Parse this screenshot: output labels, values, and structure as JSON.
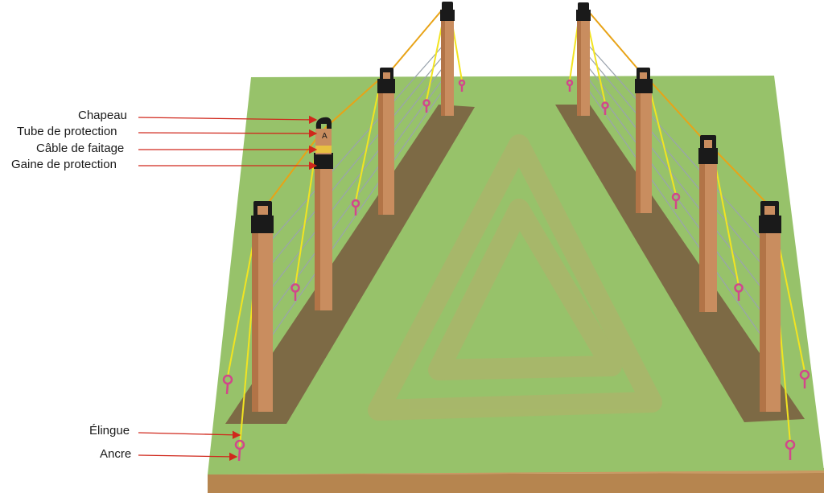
{
  "labels": {
    "chapeau": "Chapeau",
    "tube": "Tube de protection",
    "cable": "Câble de faitage",
    "gaine": "Gaine de protection",
    "elingue": "Élingue",
    "ancre": "Ancre"
  },
  "colors": {
    "grass": "#97c26a",
    "soil_top": "#c99a63",
    "soil_front": "#b6854f",
    "strip": "#7d6a45",
    "post": "#c98d5f",
    "post_shade": "#b27447",
    "cap": "#1a1a1a",
    "cable_ridge": "#e8a317",
    "sling": "#f2e421",
    "anchor": "#d2478a",
    "wire": "#9aa3ad",
    "arrow": "#d0281c"
  }
}
